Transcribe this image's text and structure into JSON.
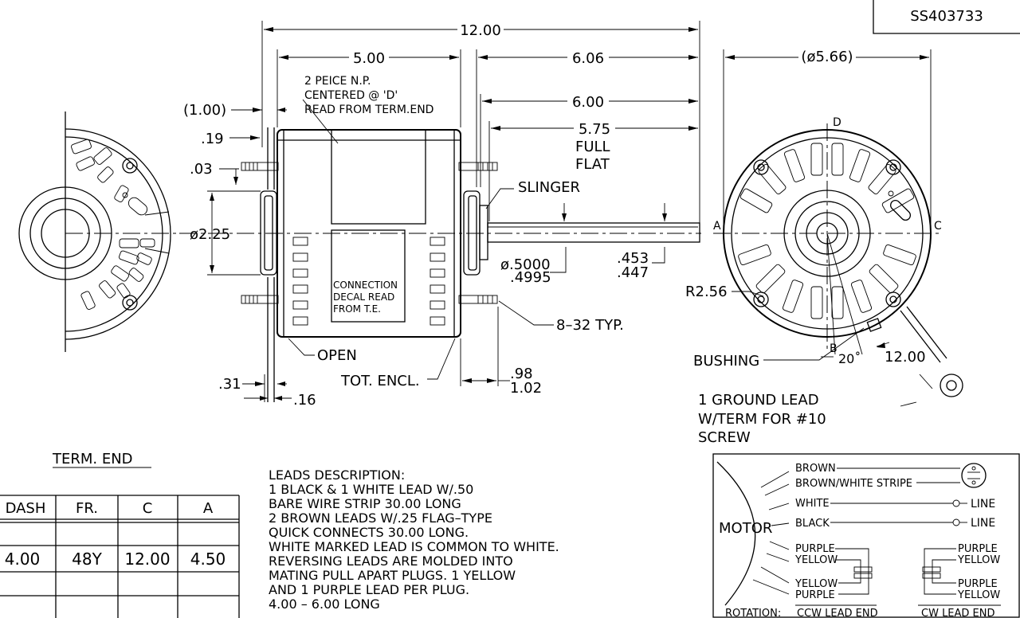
{
  "part_number": "SS403733",
  "dims": {
    "overall": "12.00",
    "body": "5.00",
    "shaft_606": "6.06",
    "shaft_600": "6.00",
    "flat_len": "5.75",
    "flat_l1": "FULL",
    "flat_l2": "FLAT",
    "dia": "(ø5.66)",
    "one": "(1.00)",
    "p19": ".19",
    "p03": ".03",
    "d225": "ø2.25",
    "p31": ".31",
    "p16": ".16",
    "p98": ".98",
    "p102": "1.02",
    "shaft_d1": "ø.5000",
    "shaft_d2": ".4995",
    "flat1": ".453",
    "flat2": ".447",
    "r256": "R2.56",
    "twenty": "20˚",
    "lead_len": "12.00"
  },
  "notes": {
    "np1": "2 PEICE N.P.",
    "np2": "CENTERED @ 'D'",
    "np3": "READ FROM TERM.END",
    "decal1": "CONNECTION",
    "decal2": "DECAL READ",
    "decal3": "FROM T.E.",
    "slinger": "SLINGER",
    "thread": "8–32 TYP.",
    "open": "OPEN",
    "totencl": "TOT. ENCL.",
    "bushing": "BUSHING",
    "ground1": "1 GROUND LEAD",
    "ground2": "W/TERM FOR #10",
    "ground3": "SCREW",
    "term_end": "TERM. END"
  },
  "view_letters": {
    "a": "A",
    "b": "B",
    "c": "C",
    "d": "D"
  },
  "table": {
    "headers": [
      "DASH",
      "FR.",
      "C",
      "A"
    ],
    "row": [
      "4.00",
      "48Y",
      "12.00",
      "4.50"
    ]
  },
  "leads": [
    "LEADS DESCRIPTION:",
    "1 BLACK & 1 WHITE LEAD W/.50",
    "BARE WIRE STRIP 30.00 LONG",
    "2 BROWN LEADS W/.25 FLAG–TYPE",
    "QUICK CONNECTS 30.00 LONG.",
    "WHITE MARKED LEAD IS COMMON TO WHITE.",
    "REVERSING LEADS ARE MOLDED INTO",
    "MATING PULL APART PLUGS. 1 YELLOW",
    "AND 1 PURPLE LEAD PER PLUG.",
    "4.00 – 6.00 LONG"
  ],
  "wiring": {
    "motor": "MOTOR",
    "brown": "BROWN",
    "brown_white": "BROWN/WHITE STRIPE",
    "white": "WHITE",
    "black": "BLACK",
    "line1": "LINE",
    "line2": "LINE",
    "purple_a": "PURPLE",
    "yellow_a": "YELLOW",
    "yellow_b": "YELLOW",
    "purple_b": "PURPLE",
    "r_purple_a": "PURPLE",
    "r_yellow_a": "YELLOW",
    "r_purple_b": "PURPLE",
    "r_yellow_b": "YELLOW",
    "rotation": "ROTATION:",
    "ccw": "CCW LEAD END",
    "cw": "CW LEAD END"
  }
}
